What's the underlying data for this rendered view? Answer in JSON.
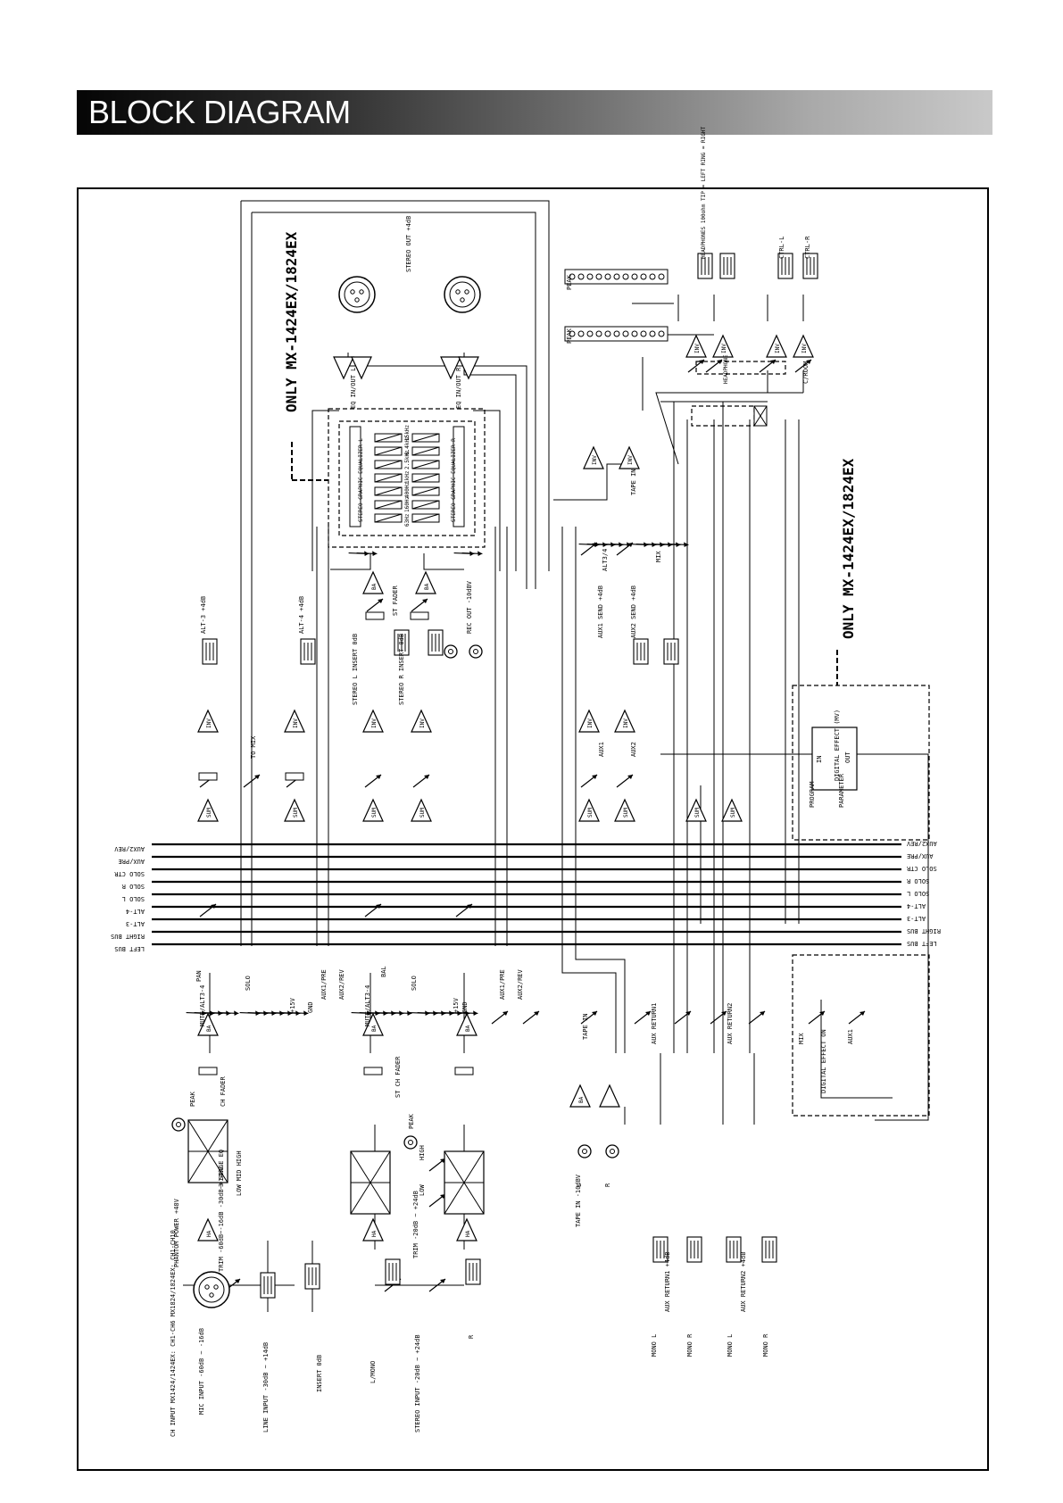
{
  "header": {
    "title": "BLOCK DIAGRAM"
  },
  "only_model_note": "ONLY MX-1424EX/1824EX",
  "buses": [
    "LEFT BUS",
    "RIGHT BUS",
    "ALT-3",
    "ALT-4",
    "SOLO L",
    "SOLO R",
    "SOLO CTR",
    "AUX/PRE",
    "AUX2/REV"
  ],
  "labels": {
    "ch_input": "CH INPUT  MX1424/1424EX: CH1-CH6  MX1824/1824EX: CH1-CH10",
    "mic_input": "MIC INPUT  -60dB ~ -16dB",
    "line_input": "LINE INPUT  -30dB ~ +14dB",
    "insert": "INSERT 0dB",
    "l_mono": "L/MONO",
    "r": "R",
    "stereo_input": "STEREO INPUT  -20dB ~ +24dB",
    "phantom": "PHANTOM POWER",
    "plus48": "+48V",
    "trim1": "TRIM  -60dB~-16dB  -30dB~+14dB",
    "trim2": "TRIM  -20dB ~ +24dB",
    "eq3": "3 STAGE EQ",
    "eq_bands": "LOW  MID  HIGH",
    "hi": "HIGH",
    "lo": "LOW",
    "peak": "PEAK",
    "ch_fader": "CH FADER",
    "st_ch_fader": "ST CH FADER",
    "pan": "PAN",
    "bal": "BAL",
    "ha": "HA",
    "ba": "BA",
    "inv": "INV",
    "sum": "SUM",
    "odb": "0dB",
    "mute": "MUTE/ALT3-4",
    "solo": "SOLO",
    "aux1pre": "AUX1/PRE",
    "aux2rev": "AUX2/REV",
    "plus15": "+15V",
    "gnd": "GND",
    "tape_in": "TAPE IN",
    "tape_in_lvl": "TAPE IN  -10dBV",
    "aux_return1": "AUX RETURN1",
    "aux_return2": "AUX RETURN2",
    "aux_ret_lvl": "AUX RETURN1 +4dB",
    "aux_ret2_lvl": "AUX RETURN2 +4dB",
    "mono_l": "MONO L",
    "mono_r": "MONO R",
    "alt3": "ALT-3 +4dB",
    "alt4": "ALT-4 +4dB",
    "to_mix": "TO MIX",
    "stereo_l_insert": "STEREO L INSERT 0dB",
    "stereo_r_insert": "STEREO R INSERT 0dB",
    "rec_out": "REC OUT -10dBV",
    "st_fader": "ST FADER",
    "eq_inout_l": "EQ IN/OUT L",
    "eq_inout_r": "EQ IN/OUT R",
    "geq_l": "STEREO GRAPHIC EQUALIZER L",
    "geq_r": "STEREO GRAPHIC EQUALIZER R",
    "geq_bands": [
      "63Hz",
      "160Hz",
      "400Hz",
      "1kHz",
      "2.5kHz",
      "6.4kHz",
      "15kHz"
    ],
    "stereo_out": "STEREO OUT +4dB",
    "aux1_send": "AUX1 SEND +4dB",
    "aux2_send": "AUX2 SEND +4dB",
    "aux1": "AUX1",
    "aux2": "AUX2",
    "headphones": "HEADPHONES 100ohm  TIP = LEFT  RING = RIGHT",
    "headphone": "HEADPHONE",
    "ctrl_l": "CTRL-L",
    "ctrl_r": "CTRL-R",
    "c_room": "C/ROOM",
    "alt34": "ALT3/4",
    "mix": "MIX",
    "digital_effect": "DIGITAL EFFECT (MV)",
    "in": "IN",
    "out": "OUT",
    "program": "PROGRAM",
    "parameter": "PARAMETER",
    "digital_effect_on": "DIGITAL EFFECT ON",
    "left_bus": "LEFT BUS",
    "right_bus": "RIGHT BUS",
    "solo_l": "SOLO L",
    "solo_r": "SOLO R",
    "solo_ctr": "SOLO CTR",
    "alt_3": "ALT-3",
    "alt_4": "ALT-4",
    "l": "L",
    "peak2": "PEAK"
  }
}
